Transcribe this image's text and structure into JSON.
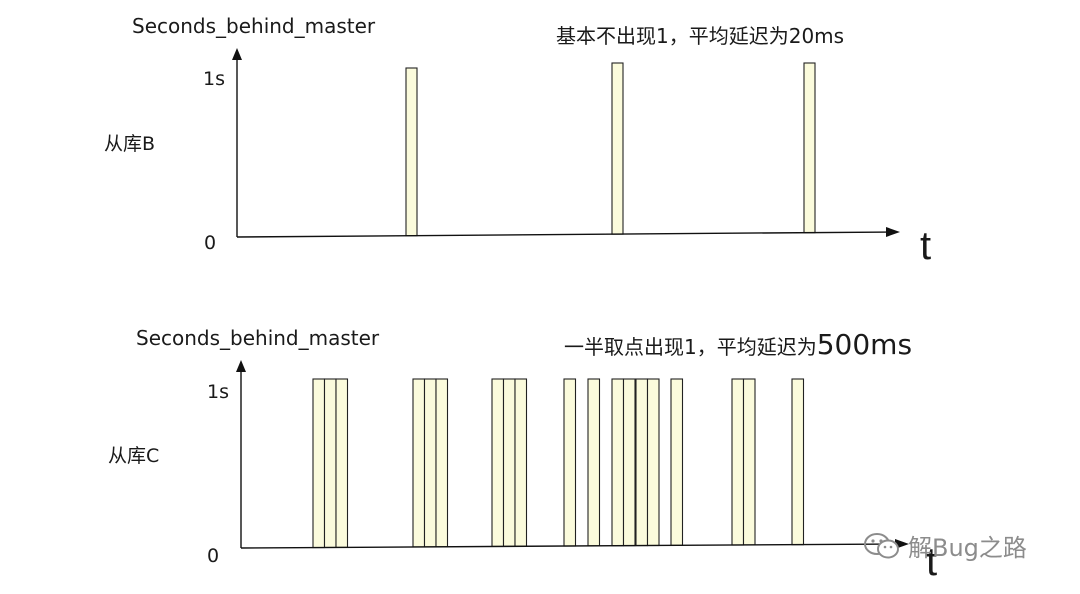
{
  "panels": [
    {
      "y_axis_label": "Seconds_behind_master",
      "series_label": "从库B",
      "note_prefix": "基本不出现1，平均延迟为",
      "note_value": "20ms",
      "tick_top": "1s",
      "tick_zero": "0",
      "x_axis_label": "t",
      "pulses": [
        1,
        1,
        1
      ],
      "pulse_value": 1,
      "bar_fill": "#fbfbdc",
      "bar_stroke": "#222222"
    },
    {
      "y_axis_label": "Seconds_behind_master",
      "series_label": "从库C",
      "note_prefix": "一半取点出现1，平均延迟为",
      "note_value": "500ms",
      "tick_top": "1s",
      "tick_zero": "0",
      "x_axis_label": "t",
      "pulses": [
        3,
        3,
        3,
        1,
        1,
        2,
        2,
        1,
        2,
        1
      ],
      "pulse_value": 1,
      "bar_fill": "#fbfbdc",
      "bar_stroke": "#222222"
    }
  ],
  "watermark": {
    "text": "解Bug之路",
    "icon": "wechat-icon",
    "color": "#8c8c8c"
  }
}
